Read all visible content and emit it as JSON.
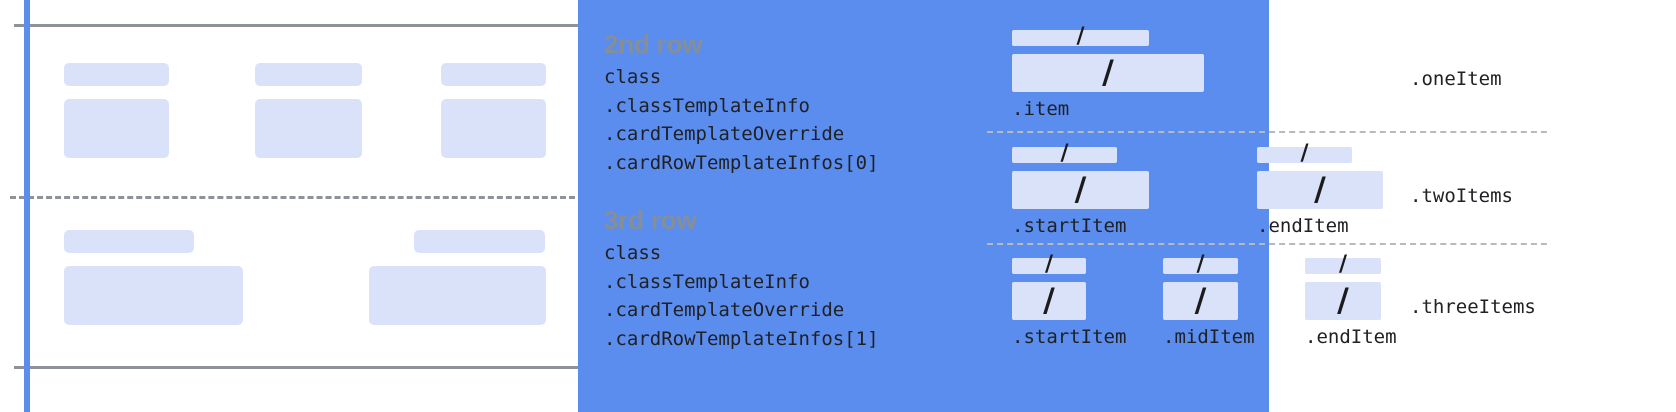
{
  "diagram": {
    "left_panel": {
      "name": "card-rows-preview",
      "guides": {
        "color": "#5b8def",
        "rule_color": "#8d9399"
      },
      "block_color": "#d9e2f9",
      "rows": [
        {
          "name": "second-row-preview",
          "columns": 3
        },
        {
          "name": "third-row-preview",
          "columns": 2
        }
      ]
    },
    "specs": [
      {
        "title": "2nd row",
        "lines": [
          "class",
          ".classTemplateInfo",
          ".cardTemplateOverride",
          ".cardRowTemplateInfos[0]"
        ]
      },
      {
        "title": "3rd row",
        "lines": [
          "class",
          ".classTemplateInfo",
          ".cardTemplateOverride",
          ".cardRowTemplateInfos[1]"
        ]
      }
    ],
    "variants": [
      {
        "label": ".oneItem",
        "cells": [
          {
            "sublabel": ".item",
            "glyph": "/"
          }
        ]
      },
      {
        "label": ".twoItems",
        "cells": [
          {
            "sublabel": ".startItem",
            "glyph": "/"
          },
          {
            "sublabel": ".endItem",
            "glyph": "/"
          }
        ]
      },
      {
        "label": ".threeItems",
        "cells": [
          {
            "sublabel": ".startItem",
            "glyph": "/"
          },
          {
            "sublabel": ".midItem",
            "glyph": "/"
          },
          {
            "sublabel": ".endItem",
            "glyph": "/"
          }
        ]
      }
    ]
  }
}
